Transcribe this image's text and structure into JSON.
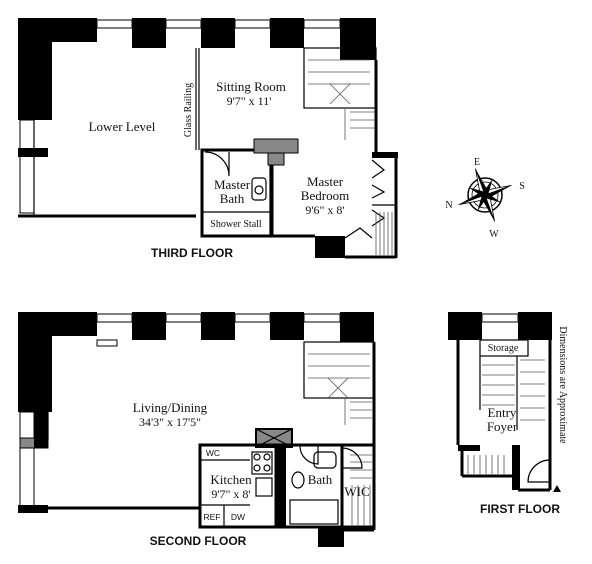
{
  "third_floor": {
    "title": "THIRD FLOOR",
    "lower_level": "Lower Level",
    "glass_railing": "Glass Railing",
    "sitting_room": {
      "name": "Sitting Room",
      "dims": "9'7\" x 11'"
    },
    "master_bath": {
      "line1": "Master",
      "line2": "Bath"
    },
    "master_bedroom": {
      "line1": "Master",
      "line2": "Bedroom",
      "dims": "9'6\" x 8'"
    },
    "shower_stall": "Shower Stall"
  },
  "second_floor": {
    "title": "SECOND FLOOR",
    "living_dining": {
      "name": "Living/Dining",
      "dims": "34'3\" x 17'5\""
    },
    "kitchen": {
      "name": "Kitchen",
      "dims": "9'7\" x 8'"
    },
    "wc": "WC",
    "ref": "REF",
    "dw": "DW",
    "bath": "Bath",
    "wic": "WIC"
  },
  "first_floor": {
    "title": "FIRST FLOOR",
    "storage": "Storage",
    "entry_foyer": {
      "line1": "Entry",
      "line2": "Foyer"
    },
    "disclaimer": "Dimensions are Approximate"
  },
  "compass": {
    "n": "N",
    "s": "S",
    "e": "E",
    "w": "W"
  }
}
